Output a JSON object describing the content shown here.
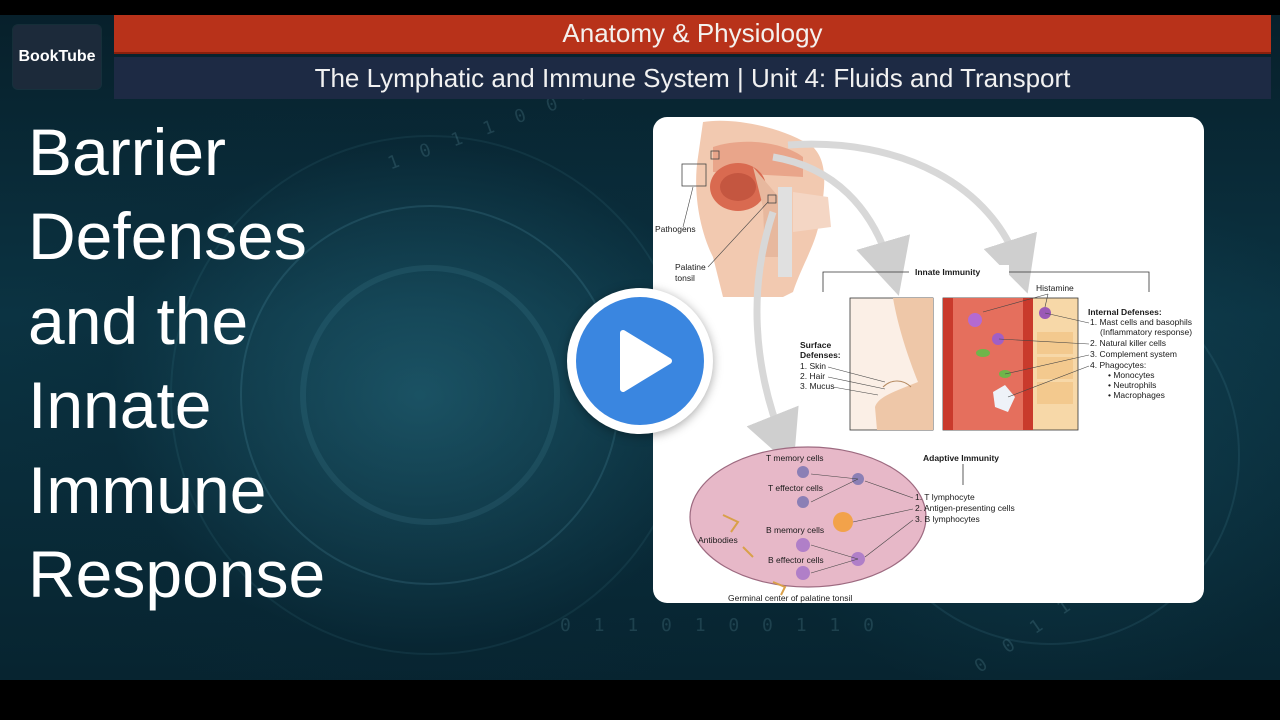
{
  "logo": {
    "text": "BookTube"
  },
  "banner": {
    "course": "Anatomy & Physiology",
    "unit": "The Lymphatic and Immune System | Unit 4: Fluids and Transport"
  },
  "lecture": {
    "title_lines": [
      "Barrier",
      "Defenses",
      "and the",
      "Innate",
      "Immune",
      "Response"
    ]
  },
  "figure": {
    "pathogens": "Pathogens",
    "palatine_tonsil": [
      "Palatine",
      "tonsil"
    ],
    "innate_immunity": "Innate Immunity",
    "histamine": "Histamine",
    "surface_defenses": {
      "heading": [
        "Surface",
        "Defenses:"
      ],
      "items": [
        "1. Skin",
        "2. Hair",
        "3. Mucus"
      ]
    },
    "internal_defenses": {
      "heading": "Internal Defenses:",
      "items": [
        "1. Mast cells and basophils",
        "(Inflammatory response)",
        "2. Natural killer cells",
        "3. Complement system",
        "4. Phagocytes:",
        "• Monocytes",
        "• Neutrophils",
        "• Macrophages"
      ]
    },
    "adaptive_immunity": {
      "heading": "Adaptive Immunity",
      "items": [
        "1. T lymphocyte",
        "2. Antigen-presenting cells",
        "3. B lymphocytes"
      ]
    },
    "germinal": {
      "t_memory": "T memory cells",
      "t_effector": "T effector cells",
      "b_memory": "B memory cells",
      "b_effector": "B effector cells",
      "antibodies": "Antibodies",
      "caption": "Germinal center of palatine tonsil"
    }
  },
  "player": {
    "play_icon": "play-icon",
    "accent": "#3a86e0"
  },
  "colors": {
    "banner_red": "#b8321a",
    "banner_navy": "#1d2a44"
  }
}
